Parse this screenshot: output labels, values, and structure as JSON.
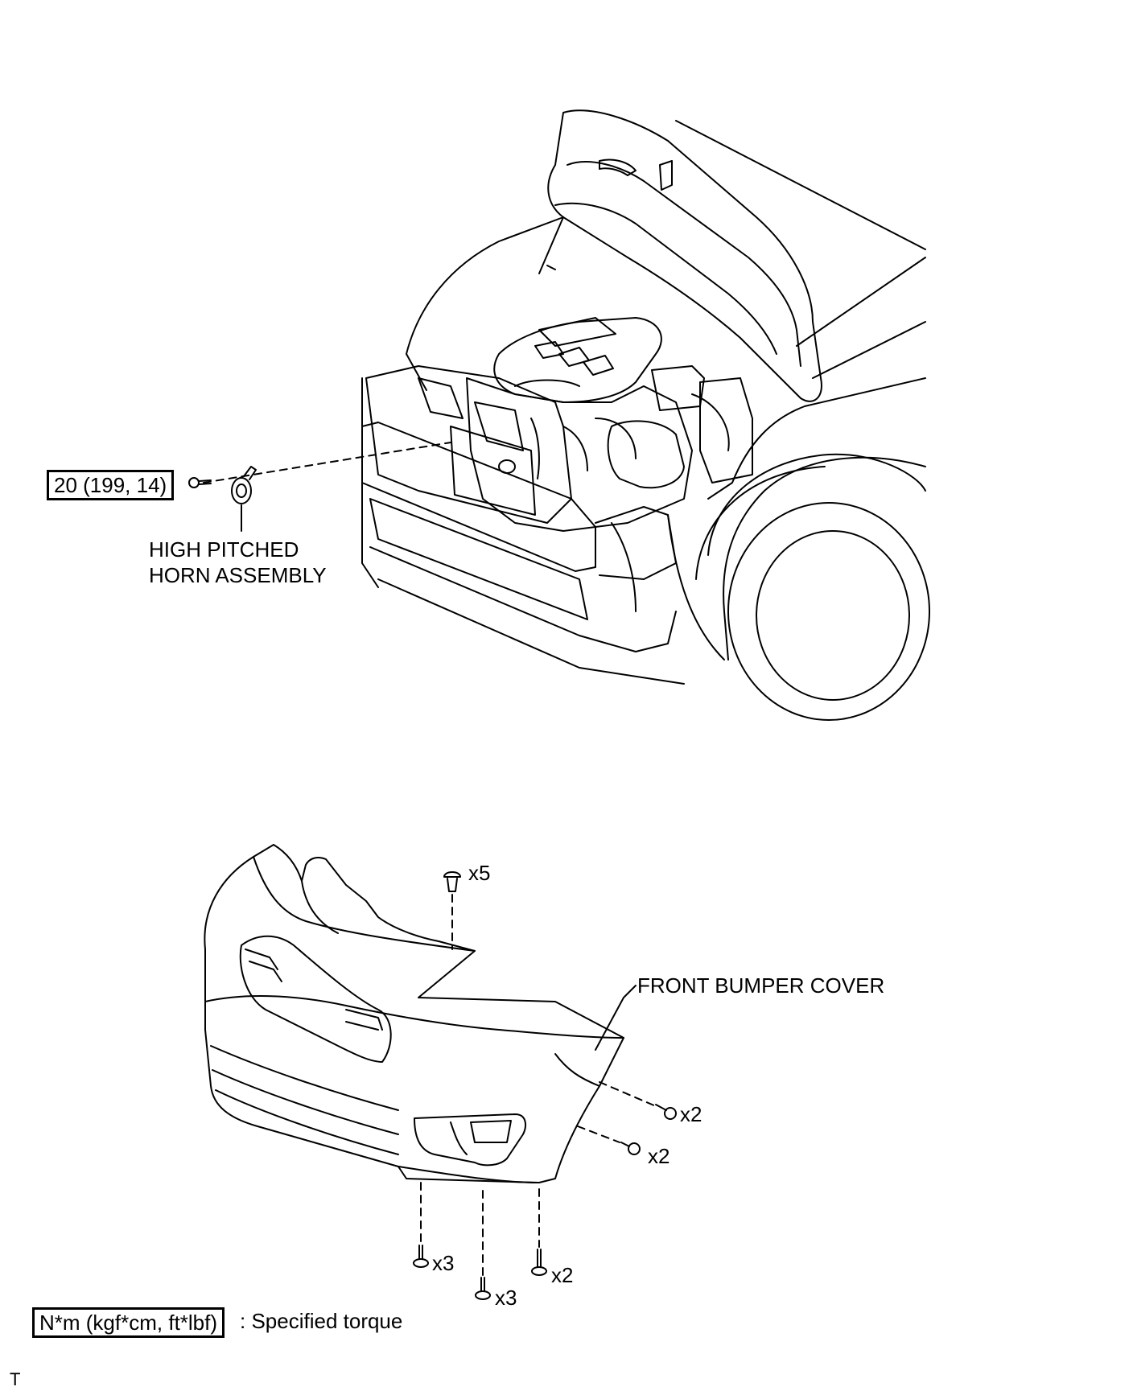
{
  "torque_box": {
    "value": "20 (199, 14)"
  },
  "horn": {
    "label_line1": "HIGH PITCHED",
    "label_line2": "HORN ASSEMBLY"
  },
  "bumper": {
    "label": "FRONT BUMPER COVER"
  },
  "fasteners": {
    "clip_top": "x5",
    "screw_right_upper": "x2",
    "screw_right_lower": "x2",
    "bolt_bottom_left": "x3",
    "bolt_bottom_center": "x3",
    "bolt_bottom_right": "x2"
  },
  "legend": {
    "unit_box": "N*m (kgf*cm, ft*lbf)",
    "description": ": Specified torque"
  },
  "corner_mark": "T"
}
